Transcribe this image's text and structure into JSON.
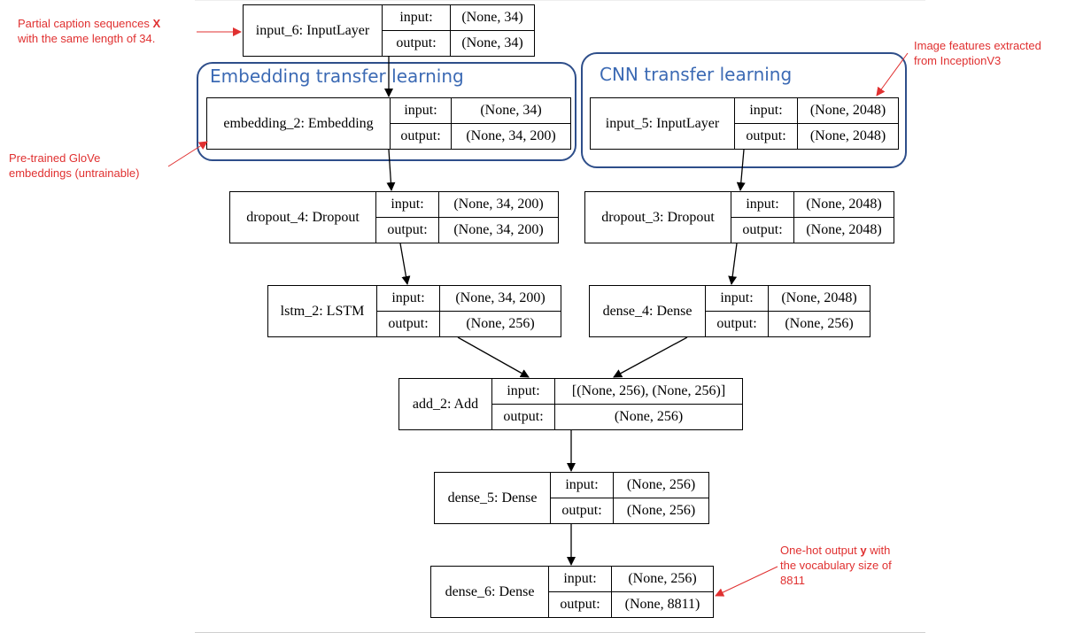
{
  "nodes": [
    {
      "id": "input_6",
      "name": "input_6: InputLayer",
      "input_label": "input:",
      "input_value": "(None, 34)",
      "output_label": "output:",
      "output_value": "(None, 34)"
    },
    {
      "id": "embedding_2",
      "name": "embedding_2: Embedding",
      "input_label": "input:",
      "input_value": "(None, 34)",
      "output_label": "output:",
      "output_value": "(None, 34, 200)"
    },
    {
      "id": "input_5",
      "name": "input_5: InputLayer",
      "input_label": "input:",
      "input_value": "(None, 2048)",
      "output_label": "output:",
      "output_value": "(None, 2048)"
    },
    {
      "id": "dropout_4",
      "name": "dropout_4: Dropout",
      "input_label": "input:",
      "input_value": "(None, 34, 200)",
      "output_label": "output:",
      "output_value": "(None, 34, 200)"
    },
    {
      "id": "dropout_3",
      "name": "dropout_3: Dropout",
      "input_label": "input:",
      "input_value": "(None, 2048)",
      "output_label": "output:",
      "output_value": "(None, 2048)"
    },
    {
      "id": "lstm_2",
      "name": "lstm_2: LSTM",
      "input_label": "input:",
      "input_value": "(None, 34, 200)",
      "output_label": "output:",
      "output_value": "(None, 256)"
    },
    {
      "id": "dense_4",
      "name": "dense_4: Dense",
      "input_label": "input:",
      "input_value": "(None, 2048)",
      "output_label": "output:",
      "output_value": "(None, 256)"
    },
    {
      "id": "add_2",
      "name": "add_2: Add",
      "input_label": "input:",
      "input_value": "[(None, 256), (None, 256)]",
      "output_label": "output:",
      "output_value": "(None, 256)"
    },
    {
      "id": "dense_5",
      "name": "dense_5: Dense",
      "input_label": "input:",
      "input_value": "(None, 256)",
      "output_label": "output:",
      "output_value": "(None, 256)"
    },
    {
      "id": "dense_6",
      "name": "dense_6: Dense",
      "input_label": "input:",
      "input_value": "(None, 256)",
      "output_label": "output:",
      "output_value": "(None, 8811)"
    }
  ],
  "edges": [
    [
      "input_6",
      "embedding_2"
    ],
    [
      "embedding_2",
      "dropout_4"
    ],
    [
      "input_5",
      "dropout_3"
    ],
    [
      "dropout_4",
      "lstm_2"
    ],
    [
      "dropout_3",
      "dense_4"
    ],
    [
      "lstm_2",
      "add_2"
    ],
    [
      "dense_4",
      "add_2"
    ],
    [
      "add_2",
      "dense_5"
    ],
    [
      "dense_5",
      "dense_6"
    ]
  ],
  "groups": {
    "embedding": {
      "title": "Embedding transfer learning"
    },
    "cnn": {
      "title": "CNN transfer learning"
    }
  },
  "annotations": {
    "caption_seq": {
      "line1_pre": "Partial caption sequences ",
      "line1_bold": "X",
      "line2": "with the same length of 34."
    },
    "glove": {
      "line1": "Pre-trained GloVe",
      "line2": "embeddings (untrainable)"
    },
    "image_features": {
      "line1": "Image features extracted",
      "line2": "from InceptionV3"
    },
    "onehot": {
      "line1_pre": "One-hot output ",
      "line1_bold": "y",
      "line1_post": " with",
      "line2": "the vocabulary size of",
      "line3": "8811"
    }
  },
  "colors": {
    "annotation": "#e03030",
    "group_border": "#2e4e8a",
    "group_title": "#3c6ab4",
    "node_border": "#000000"
  }
}
